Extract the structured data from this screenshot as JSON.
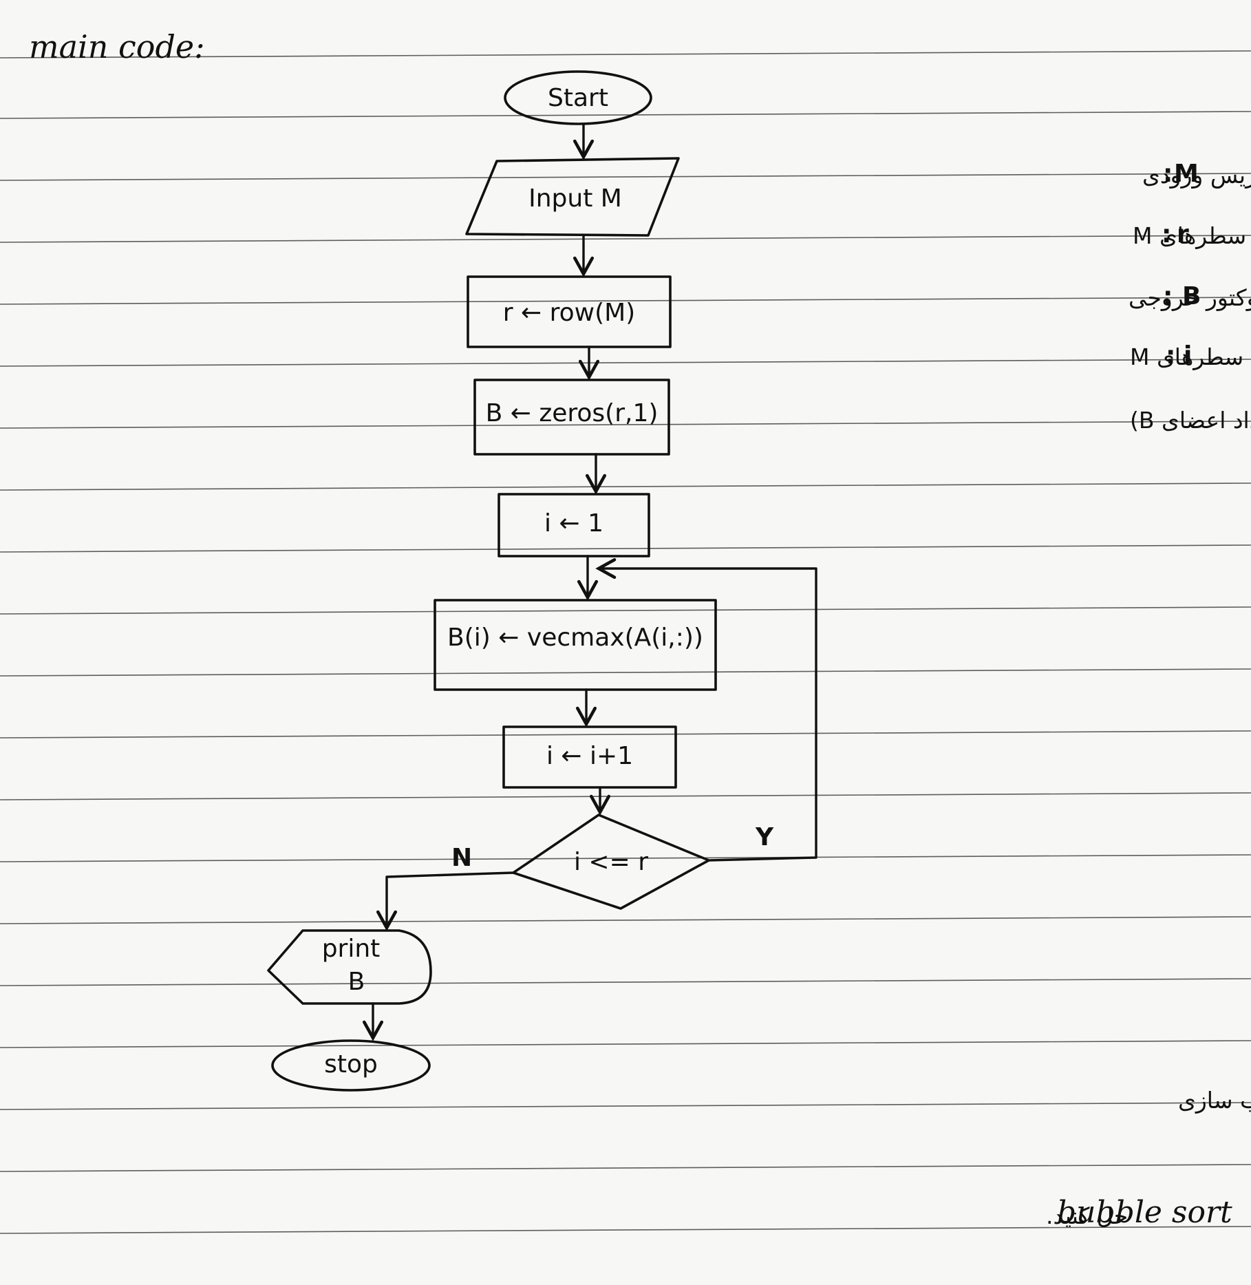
{
  "header": {
    "title": "main code:"
  },
  "flowchart": {
    "start": "Start",
    "input": "Input M",
    "step_rows": "r ← row(M)",
    "step_zeros": "B ← zeros(r,1)",
    "step_init": "i ← 1",
    "step_vecmax": "B(i) ← vecmax(A(i,:))",
    "step_increment": "i ← i+1",
    "decision": "i <= r",
    "branch_yes": "Y",
    "branch_no": "N",
    "output": [
      "print",
      "B"
    ],
    "stop": "stop"
  },
  "legend": [
    {
      "key": "M",
      "desc": "ماتریس ورودی"
    },
    {
      "key": "r",
      "desc": "تعداد سطرهای M"
    },
    {
      "key": "B",
      "desc": "وکتور خروجی"
    },
    {
      "key": "i",
      "desc": "شمارنده تعداد سطرهای M"
    }
  ],
  "legend_note": "(تعداد اعضای B)",
  "footer": {
    "line1": "به عنوان تمرین این مساله را با استفاده از الگوریتم مرتب سازی",
    "line2_latin": "bubble sort",
    "line2_fa": "حل کنید."
  }
}
